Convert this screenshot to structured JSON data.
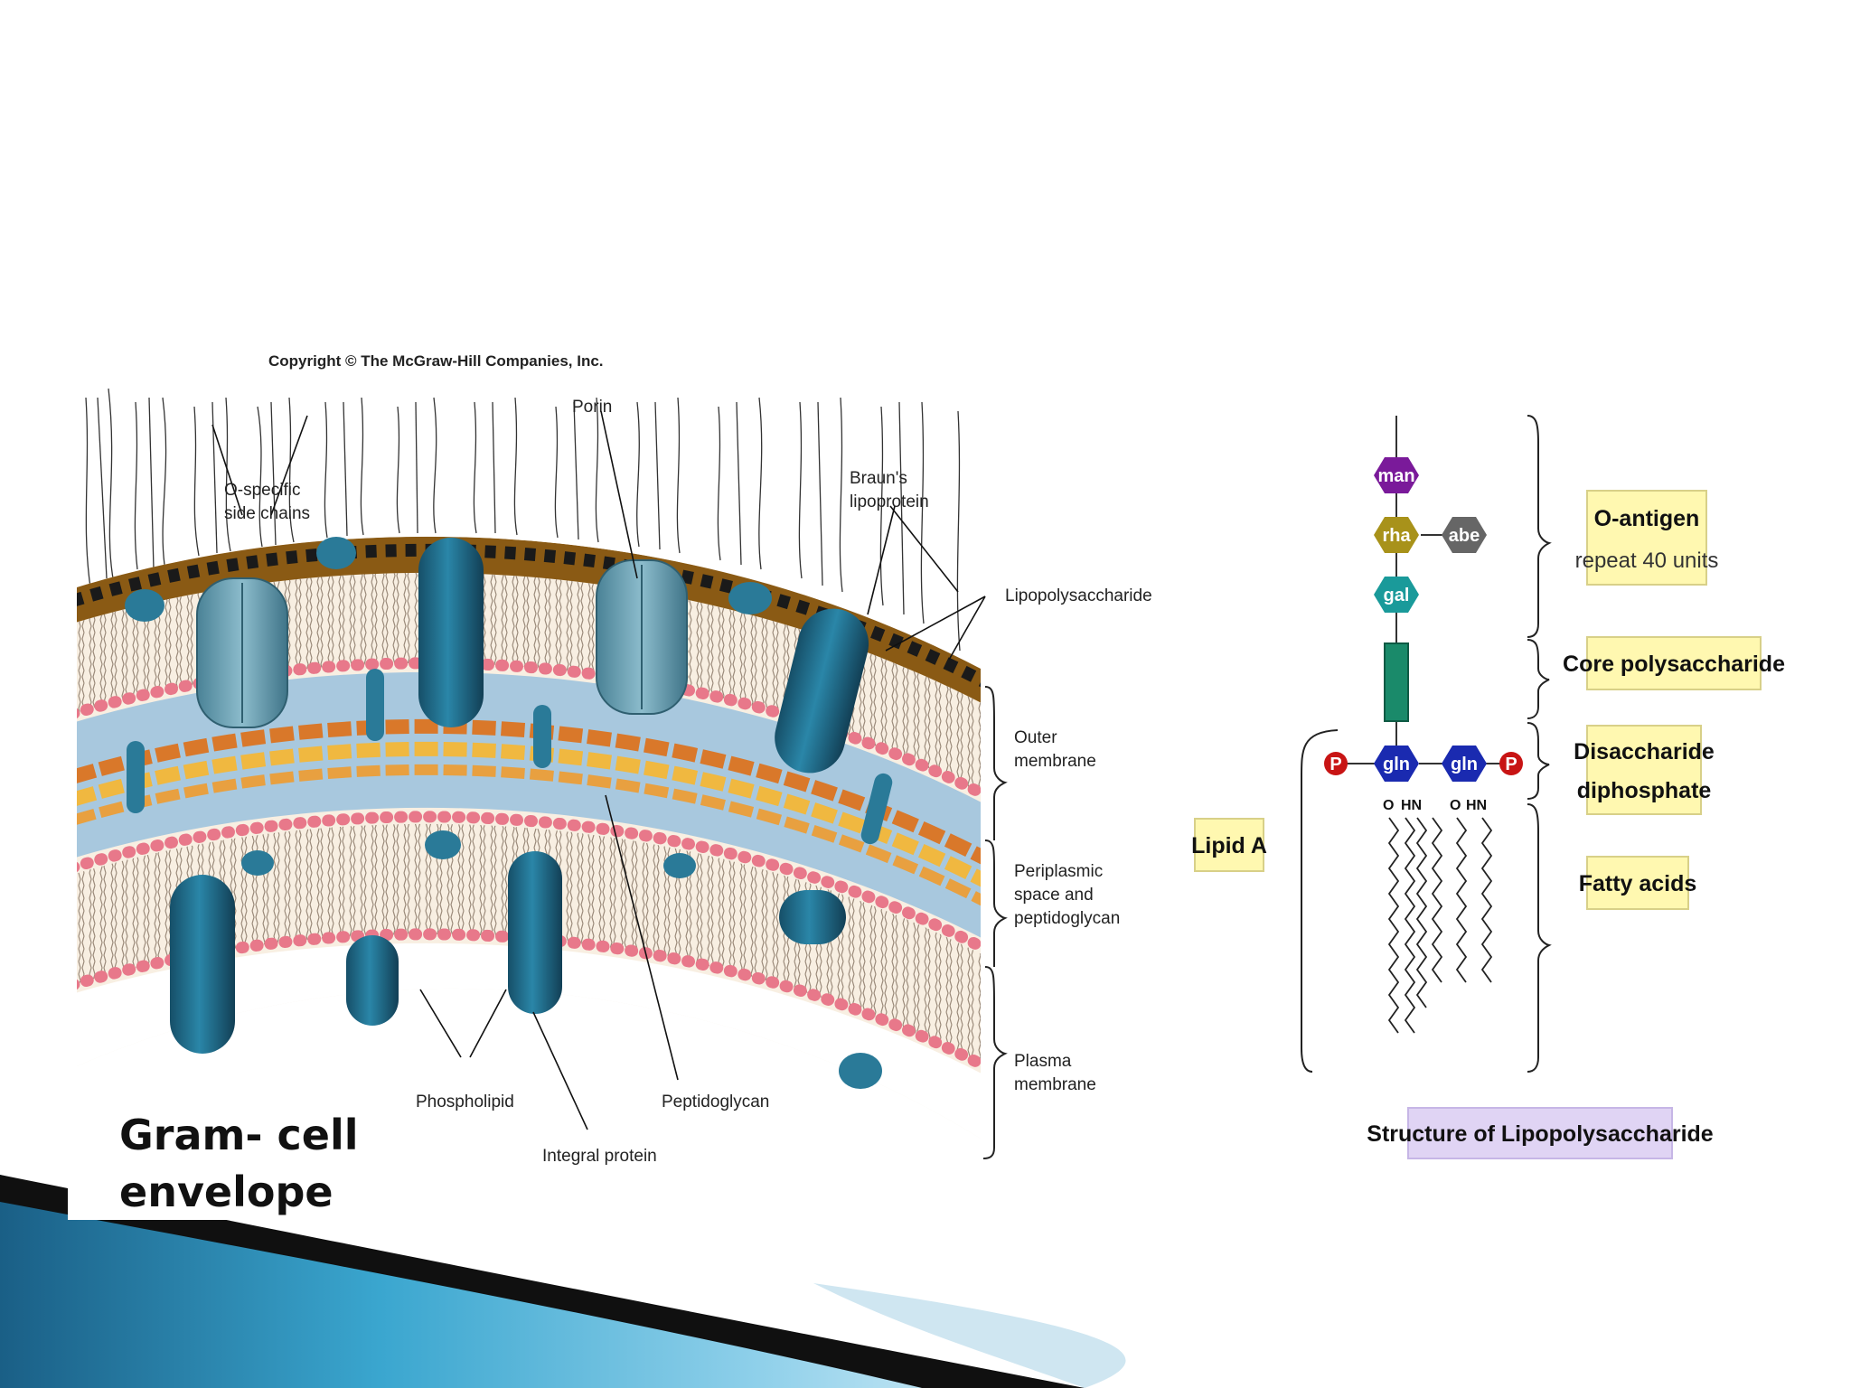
{
  "envelope": {
    "copyright": "Copyright © The McGraw-Hill Companies, Inc.",
    "title_line1": "Gram- cell",
    "title_line2": "envelope",
    "labels": {
      "o_specific_1": "O-specific",
      "o_specific_2": "side chains",
      "porin": "Porin",
      "brauns_1": "Braun's",
      "brauns_2": "lipoprotein",
      "lps": "Lipopolysaccharide",
      "outer_1": "Outer",
      "outer_2": "membrane",
      "peri_1": "Periplasmic",
      "peri_2": "space and",
      "peri_3": "peptidoglycan",
      "plasma_1": "Plasma",
      "plasma_2": "membrane",
      "phospholipid": "Phospholipid",
      "integral": "Integral protein",
      "peptidoglycan": "Peptidoglycan"
    }
  },
  "lps": {
    "sugars": {
      "man": "man",
      "rha": "rha",
      "abe": "abe",
      "gal": "gal",
      "gln1": "gln",
      "gln2": "gln",
      "p1": "P",
      "p2": "P"
    },
    "o_label1": "O",
    "hn_label1": "HN",
    "o_label2": "O",
    "hn_label2": "HN",
    "boxes": {
      "o_antigen_1": "O-antigen",
      "o_antigen_2": "repeat 40 units",
      "core": "Core polysaccharide",
      "disacch_1": "Disaccharide",
      "disacch_2": "diphosphate",
      "fatty": "Fatty acids",
      "lipid_a": "Lipid A",
      "caption": "Structure of Lipopolysaccharide"
    }
  },
  "colors": {
    "protein": "#1f6f8f",
    "protein_light": "#6fa6b8",
    "lipid_head": "#e8788a",
    "periplasm": "#a8c8de",
    "peptidoglycan": "#e8a040",
    "lps_band": "#8a5a14",
    "label_box": "#fff8b0",
    "caption_box": "#e0d4f4",
    "man": "#7a1a9a",
    "rha": "#a8921a",
    "abe": "#666666",
    "gal": "#1a9a9a",
    "gln": "#1a2ab0",
    "p": "#c81414",
    "core": "#1a8a6a"
  }
}
